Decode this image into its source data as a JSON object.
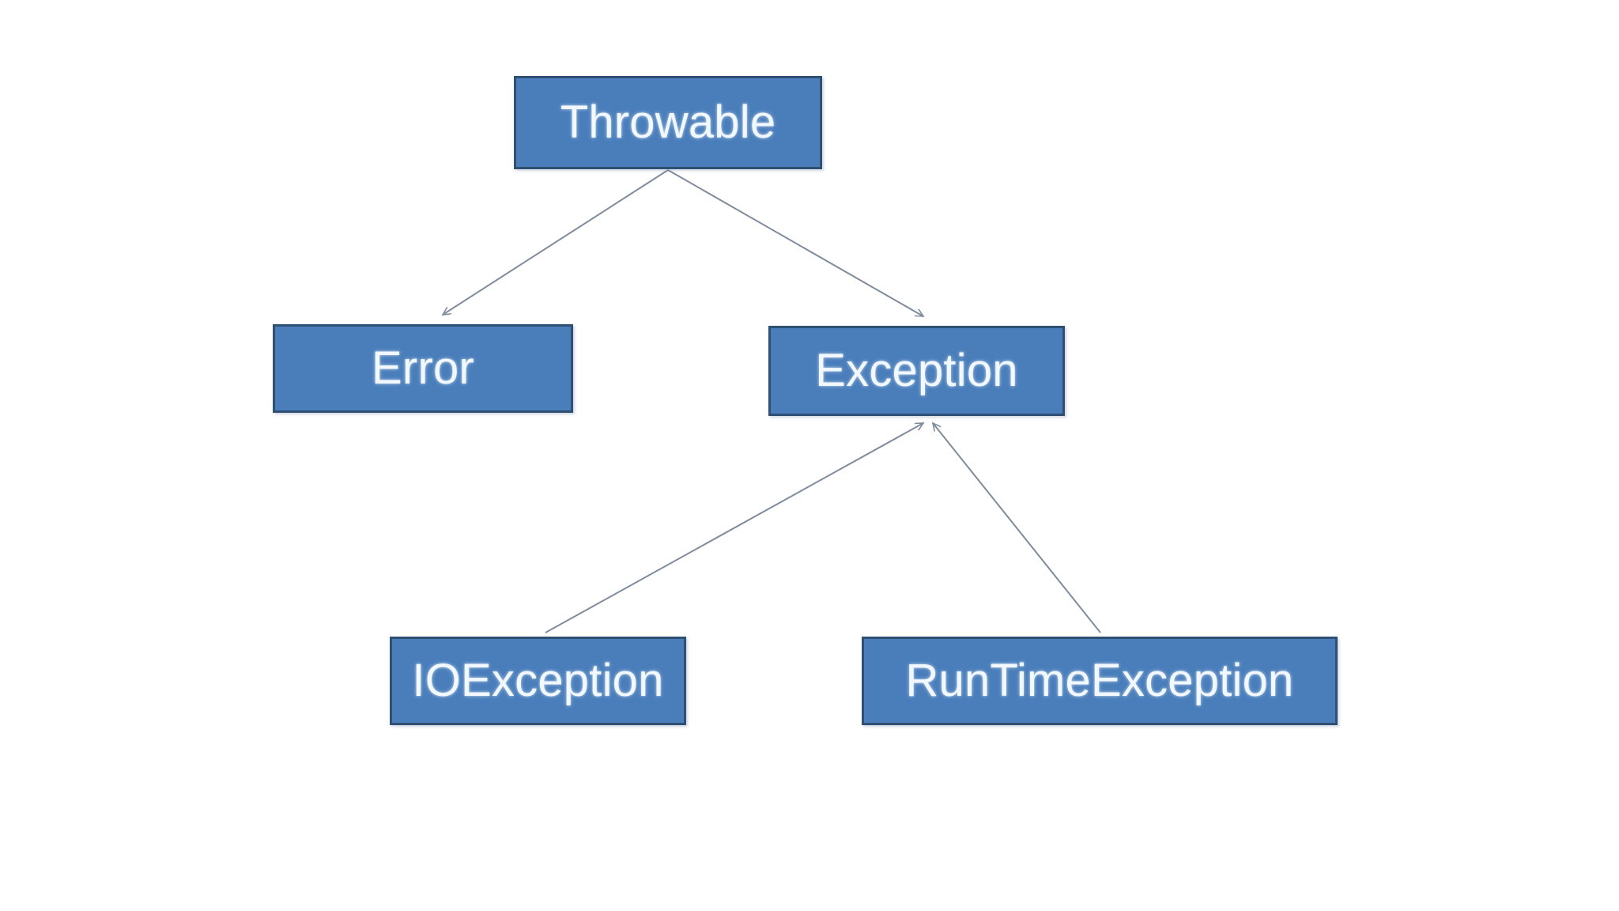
{
  "diagram": {
    "kind": "class-hierarchy",
    "background_color": "#ffffff",
    "node_fill_color": "#4a7ebb",
    "node_border_color": "#2f4f73",
    "node_text_color": "#f2f8ff",
    "edge_color": "#7f8c9b",
    "nodes": [
      {
        "id": "throwable",
        "label": "Throwable"
      },
      {
        "id": "error",
        "label": "Error"
      },
      {
        "id": "exception",
        "label": "Exception"
      },
      {
        "id": "ioexception",
        "label": "IOException"
      },
      {
        "id": "runtimeexception",
        "label": "RunTimeException"
      }
    ],
    "edges": [
      {
        "from": "throwable",
        "to": "error",
        "arrow_at": "to"
      },
      {
        "from": "throwable",
        "to": "exception",
        "arrow_at": "to"
      },
      {
        "from": "ioexception",
        "to": "exception",
        "arrow_at": "to"
      },
      {
        "from": "runtimeexception",
        "to": "exception",
        "arrow_at": "to"
      }
    ]
  }
}
